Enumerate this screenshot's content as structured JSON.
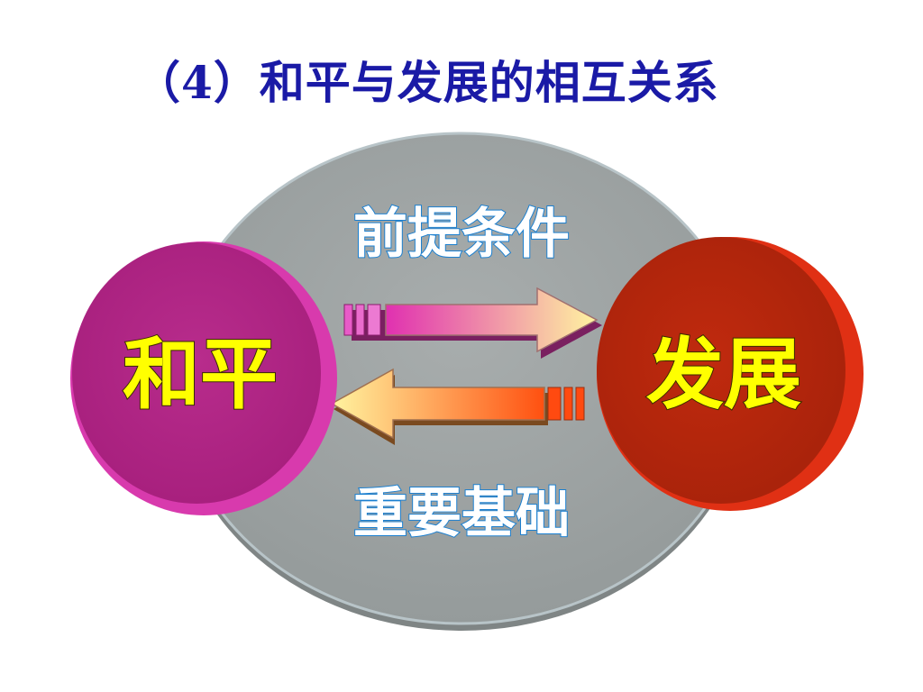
{
  "slide": {
    "title": "（4）和平与发展的相互关系"
  },
  "diagram": {
    "left_node": {
      "label": "和平",
      "color": "#b8288e"
    },
    "right_node": {
      "label": "发展",
      "color": "#bf2a10"
    },
    "top_label": "前提条件",
    "bottom_label": "重要基础",
    "background_ellipse_color": "#9da3a3",
    "arrow_right_gradient": [
      "#e030b0",
      "#fff4a0"
    ],
    "arrow_left_gradient": [
      "#ff5010",
      "#fff4a0"
    ],
    "node_text_color": "#ffff00",
    "outline_text_stroke": "#1a7fd0"
  }
}
